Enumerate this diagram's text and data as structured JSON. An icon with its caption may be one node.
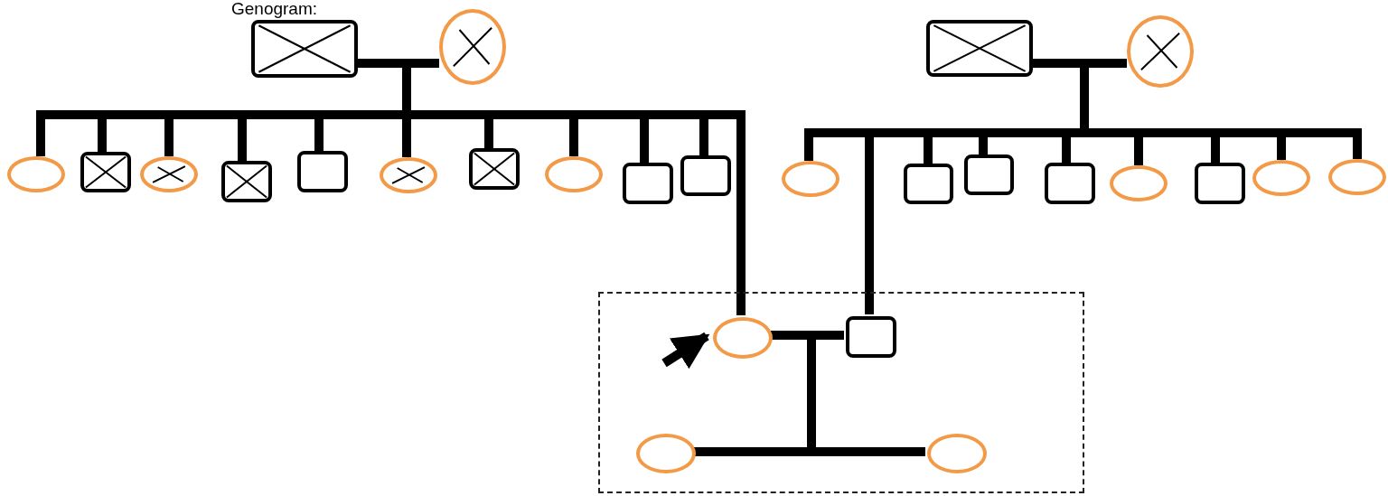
{
  "diagram": {
    "title": "Genogram:",
    "nodes": [
      {
        "text": [],
        "shape": "box"
      },
      {
        "text": [],
        "shape": "circle"
      },
      {
        "text": [],
        "shape": "circle"
      },
      {
        "text": [],
        "shape": "box"
      },
      {
        "text": [],
        "shape": "circle"
      },
      {
        "text": [],
        "shape": "box"
      },
      {
        "text": [],
        "shape": "box"
      },
      {
        "text": [],
        "shape": "circle"
      },
      {
        "text": [],
        "shape": "box"
      },
      {
        "text": [],
        "shape": "circle"
      },
      {
        "text": [],
        "shape": "box"
      },
      {
        "text": [],
        "shape": "box"
      },
      {
        "text": [],
        "shape": "box"
      },
      {
        "text": [],
        "shape": "circle"
      },
      {
        "text": [],
        "shape": "circle"
      },
      {
        "text": [],
        "shape": "box"
      },
      {
        "text": [],
        "shape": "box"
      },
      {
        "text": [],
        "shape": "box"
      },
      {
        "text": [],
        "shape": "circle"
      },
      {
        "text": [],
        "shape": "box"
      },
      {
        "text": [],
        "shape": "circle"
      },
      {
        "text": [],
        "shape": "circle"
      },
      {
        "text": [],
        "shape": "box"
      },
      {
        "text": [],
        "shape": "circle",
        "in": 22
      },
      {
        "text": [],
        "shape": "box",
        "in": 22
      },
      {
        "text": [],
        "shape": "circle",
        "in": 22
      },
      {
        "text": [],
        "shape": "circle",
        "in": 22
      }
    ],
    "edges": [
      {
        "from": 0,
        "to": 1,
        "arrow": "none"
      },
      {
        "from": 0,
        "to": 2,
        "arrow": "none"
      },
      {
        "from": 0,
        "to": 3,
        "arrow": "none"
      },
      {
        "from": 0,
        "to": 4,
        "arrow": "none"
      },
      {
        "from": 0,
        "to": 5,
        "arrow": "none"
      },
      {
        "from": 0,
        "to": 6,
        "arrow": "none"
      },
      {
        "from": 0,
        "to": 7,
        "arrow": "none"
      },
      {
        "from": 0,
        "to": 8,
        "arrow": "none"
      },
      {
        "from": 0,
        "to": 9,
        "arrow": "none"
      },
      {
        "from": 0,
        "to": 10,
        "arrow": "none"
      },
      {
        "from": 0,
        "to": 11,
        "arrow": "none"
      },
      {
        "from": 0,
        "to": 23,
        "arrow": "none"
      },
      {
        "from": 12,
        "to": 13,
        "arrow": "none"
      },
      {
        "from": 12,
        "to": 14,
        "arrow": "none"
      },
      {
        "from": 12,
        "to": 24,
        "arrow": "none"
      },
      {
        "from": 12,
        "to": 15,
        "arrow": "none"
      },
      {
        "from": 12,
        "to": 16,
        "arrow": "none"
      },
      {
        "from": 12,
        "to": 17,
        "arrow": "none"
      },
      {
        "from": 12,
        "to": 18,
        "arrow": "none"
      },
      {
        "from": 12,
        "to": 19,
        "arrow": "none"
      },
      {
        "from": 12,
        "to": 20,
        "arrow": "none"
      },
      {
        "from": 12,
        "to": 21,
        "arrow": "none"
      },
      {
        "from": 23,
        "to": 24,
        "arrow": "none"
      },
      {
        "from": 23,
        "to": 25,
        "arrow": "none"
      },
      {
        "from": 23,
        "to": 26,
        "arrow": "none"
      },
      {
        "from": null,
        "to": 23,
        "arrow": "to"
      }
    ]
  }
}
